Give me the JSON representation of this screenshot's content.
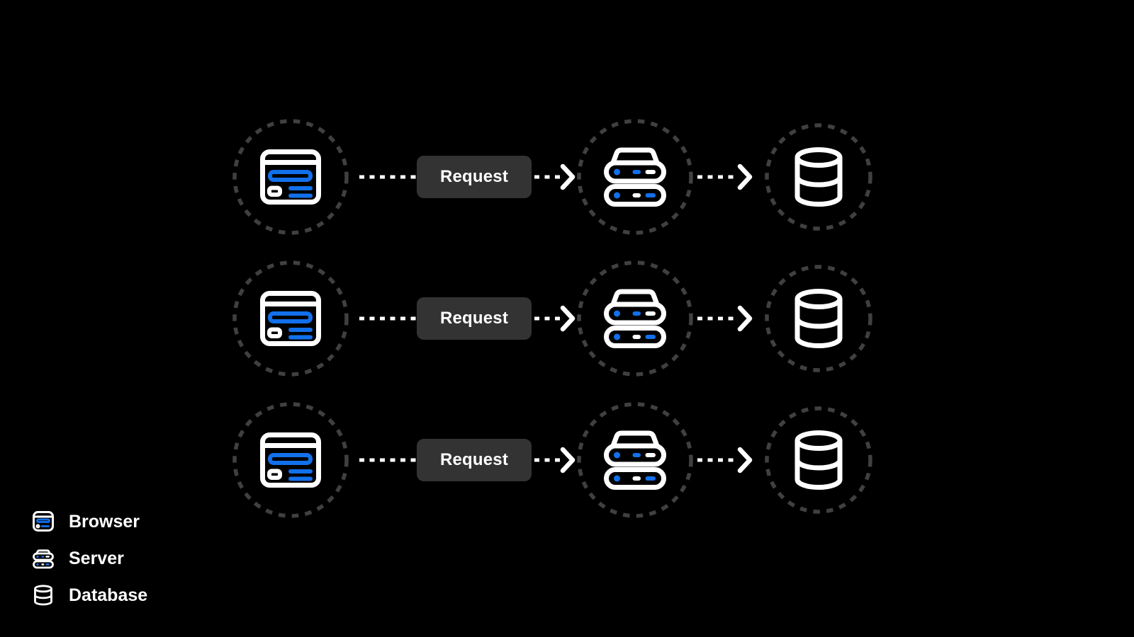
{
  "colors": {
    "background": "#000000",
    "icon_stroke": "#ffffff",
    "accent_blue": "#1270eb",
    "button_background": "#333333",
    "button_text": "#ffffff",
    "dashed_circle_stroke": "#404040",
    "connector": "#ffffff",
    "legend_text": "#ffffff"
  },
  "flow": {
    "rows": [
      {
        "source_icon": "browser-icon",
        "label": "Request",
        "target_icon": "server-icon",
        "final_icon": "database-icon"
      },
      {
        "source_icon": "browser-icon",
        "label": "Request",
        "target_icon": "server-icon",
        "final_icon": "database-icon"
      },
      {
        "source_icon": "browser-icon",
        "label": "Request",
        "target_icon": "server-icon",
        "final_icon": "database-icon"
      }
    ]
  },
  "legend": {
    "items": [
      {
        "icon": "browser-icon",
        "label": "Browser"
      },
      {
        "icon": "server-icon",
        "label": "Server"
      },
      {
        "icon": "database-icon",
        "label": "Database"
      }
    ]
  }
}
